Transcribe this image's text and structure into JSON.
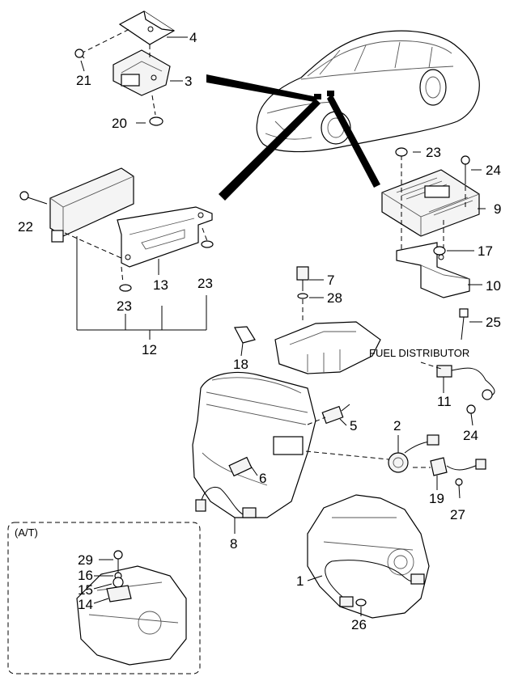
{
  "diagram": {
    "callouts": [
      {
        "id": "c4",
        "text": "4"
      },
      {
        "id": "c21",
        "text": "21"
      },
      {
        "id": "c3",
        "text": "3"
      },
      {
        "id": "c20",
        "text": "20"
      },
      {
        "id": "c22",
        "text": "22"
      },
      {
        "id": "c13",
        "text": "13"
      },
      {
        "id": "c23a",
        "text": "23"
      },
      {
        "id": "c23b",
        "text": "23"
      },
      {
        "id": "c12",
        "text": "12"
      },
      {
        "id": "c23c",
        "text": "23"
      },
      {
        "id": "c24a",
        "text": "24"
      },
      {
        "id": "c9",
        "text": "9"
      },
      {
        "id": "c17",
        "text": "17"
      },
      {
        "id": "c10",
        "text": "10"
      },
      {
        "id": "c25",
        "text": "25"
      },
      {
        "id": "c7",
        "text": "7"
      },
      {
        "id": "c28",
        "text": "28"
      },
      {
        "id": "c18",
        "text": "18"
      },
      {
        "id": "c11",
        "text": "11"
      },
      {
        "id": "c24b",
        "text": "24"
      },
      {
        "id": "c5",
        "text": "5"
      },
      {
        "id": "c2",
        "text": "2"
      },
      {
        "id": "c6",
        "text": "6"
      },
      {
        "id": "c19",
        "text": "19"
      },
      {
        "id": "c27",
        "text": "27"
      },
      {
        "id": "c8",
        "text": "8"
      },
      {
        "id": "c29",
        "text": "29"
      },
      {
        "id": "c16",
        "text": "16"
      },
      {
        "id": "c15",
        "text": "15"
      },
      {
        "id": "c14",
        "text": "14"
      },
      {
        "id": "c1",
        "text": "1"
      },
      {
        "id": "c26",
        "text": "26"
      }
    ],
    "notes": {
      "fuel_distributor": "FUEL DISTRIBUTOR",
      "at_box": "(A/T)"
    }
  }
}
